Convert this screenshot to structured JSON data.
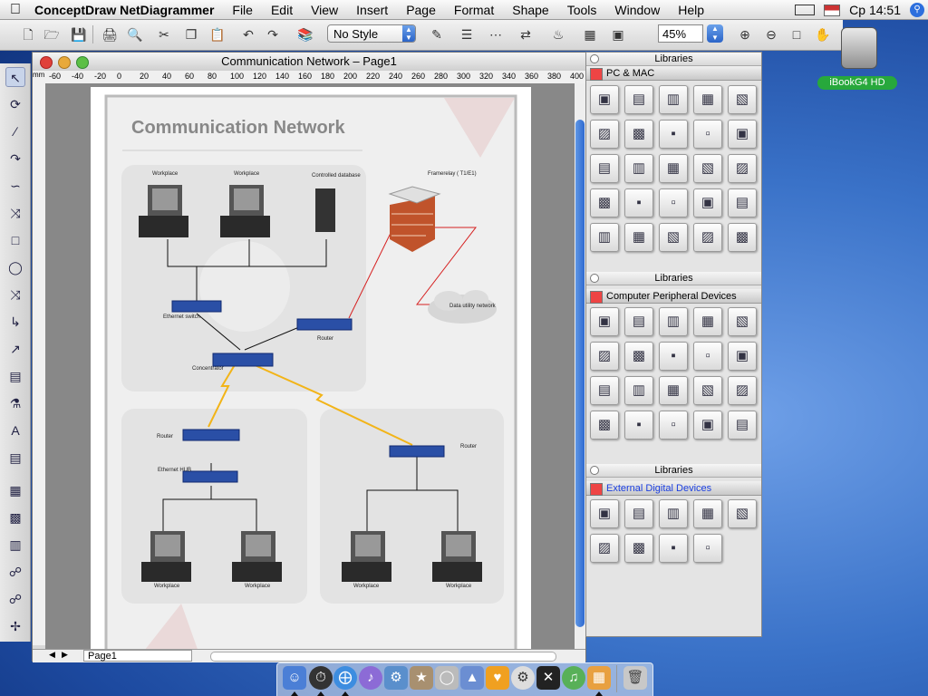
{
  "menubar": {
    "app_name": "ConceptDraw NetDiagrammer",
    "items": [
      "File",
      "Edit",
      "View",
      "Insert",
      "Page",
      "Format",
      "Shape",
      "Tools",
      "Window",
      "Help"
    ],
    "clock": "Cp 14:51"
  },
  "toolbar": {
    "style_select": "No Style",
    "zoom_value": "45%"
  },
  "desktop": {
    "drive_label": "iBookG4 HD"
  },
  "document": {
    "title": "Communication Network – Page1",
    "ruler_unit": "mm",
    "ruler_ticks": [
      "-60",
      "-40",
      "-20",
      "0",
      "20",
      "40",
      "60",
      "80",
      "100",
      "120",
      "140",
      "160",
      "180",
      "200",
      "220",
      "240",
      "260",
      "280",
      "300",
      "320",
      "340",
      "360",
      "380",
      "400"
    ],
    "page_selector": "Page1",
    "diagram": {
      "title": "Communication Network",
      "labels": {
        "workplace": "Workplace",
        "controlled_db": "Controlled database",
        "framerelay": "Framerelay ( T1/E1)",
        "ethernet_switch": "Ethernet switch",
        "router": "Router",
        "concentrator": "Concentrator",
        "data_utility": "Data utility network",
        "ethernet_hub": "Ethernet HUB"
      }
    }
  },
  "libraries": [
    {
      "header": "Libraries",
      "name": "PC & MAC",
      "icons": [
        "pc-tower",
        "monitor",
        "laptop",
        "lcd-display",
        "crt-monitor",
        "server",
        "imac",
        "imac-g3",
        "flat-panel",
        "apple-display",
        "mac-mini",
        "emac",
        "power-mac",
        "cinema-display",
        "mouse",
        "mouse-white",
        "keyboard",
        "terminal",
        "pda",
        "notebook",
        "scanner-box",
        "workstation",
        "tower",
        "thin-client",
        "kiosk"
      ]
    },
    {
      "header": "Libraries",
      "name": "Computer Peripheral Devices",
      "icons": [
        "dvd-drive",
        "fax",
        "phone",
        "keyboard",
        "mouse",
        "speakers",
        "headphones",
        "microphone",
        "tape-drive",
        "disk-drive",
        "ups",
        "cd-drive",
        "tablet",
        "webcam",
        "printer",
        "scanner",
        "switch",
        "hub",
        "ip-phone",
        "modem"
      ]
    },
    {
      "header": "Libraries",
      "name": "External Digital Devices",
      "icons": [
        "handset",
        "printer",
        "pen-drive",
        "camera",
        "projector",
        "mp3-player",
        "ipod",
        "media-card",
        "pda"
      ]
    }
  ],
  "colors": {
    "accent_blue": "#2f6ad0",
    "selected_lib_name": "#1a3ee0",
    "firewall_link": "#d62020",
    "wireless_link": "#f2b418"
  }
}
